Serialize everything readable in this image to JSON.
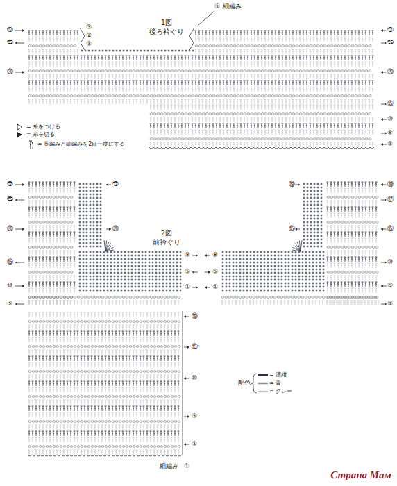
{
  "diagram": {
    "labels": [
      "1図",
      "後ろ衿ぐり",
      "①",
      "細編み",
      "③",
      "②",
      "①",
      "㉗",
      "㉕",
      "⑳",
      "㉗",
      "㉕",
      "⑳",
      "⑮",
      "⑩",
      "⑤",
      "①",
      "2図",
      "前衿ぐり",
      "㉗",
      "㉕",
      "⑳",
      "⑮",
      "⑩",
      "⑤",
      "㉗",
      "⑳",
      "⑧",
      "⑤",
      "①",
      "⑧",
      "⑤",
      "①",
      "⑲",
      "⑮",
      "⑩",
      "⑤",
      "①",
      "細編み",
      "①",
      "⑲",
      "⑰",
      "⑮",
      "⑩",
      "⑤",
      "①",
      "⑲",
      "⑮",
      "配色",
      "Страна Мам"
    ],
    "legend": [
      {
        "text": "= 糸をつける"
      },
      {
        "text": "= 糸を切る"
      },
      {
        "text": "= 長編みと細編みを2目一度にする"
      },
      {
        "text": "= 濃紺",
        "color": "#2b2d42"
      },
      {
        "text": "= 青",
        "color": "#8a8f99"
      },
      {
        "text": "= グレー",
        "color": "#c4c4c4"
      }
    ]
  }
}
